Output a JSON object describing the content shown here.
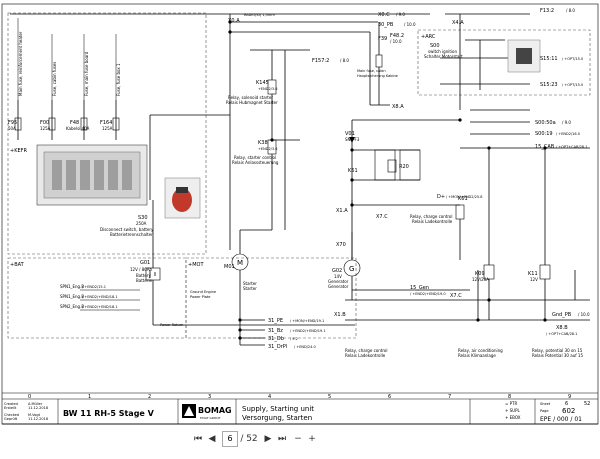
{
  "header": {
    "grid_cols": [
      "0",
      "1",
      "2",
      "3",
      "4",
      "5",
      "6",
      "7",
      "8",
      "9"
    ]
  },
  "sections": {
    "kefr": "+KEFR",
    "bat": "+BAT",
    "mot": "+MOT",
    "arc": "+ARC"
  },
  "top_left_labels": [
    "Main fuse, reinforcement heater",
    "Fuse, cabin fuses",
    "Fuse, main fuse board",
    "Fuse, fuse box 1"
  ],
  "fuses": [
    {
      "tag": "F95",
      "val": "50A"
    },
    {
      "tag": "F00",
      "val": "125A"
    },
    {
      "tag": "F48",
      "val": "Kabelsi 40A"
    },
    {
      "tag": "F164",
      "val": "125A"
    }
  ],
  "battery_switch": {
    "tag": "S30",
    "val": "250A",
    "desc1": "Disconnect switch, battery",
    "desc2": "Batterietrennschalter"
  },
  "battery": {
    "tag": "G01",
    "line1": "12V / 80Ah",
    "line2": "Battery",
    "line3": "Batterie"
  },
  "starter": {
    "tag": "M01",
    "line1": "Starter",
    "line2": "Starter"
  },
  "generator": {
    "tag": "G02",
    "line1": "14V",
    "line2": "Generator",
    "line3": "Generator"
  },
  "relay_k145": {
    "tag": "K145",
    "sub": "+END2/3.6",
    "desc1": "Relay, solenoid starter",
    "desc2": "Relais Hubmagnet Starter"
  },
  "relay_k38": {
    "tag": "K38",
    "sub": "+END2/3.6",
    "desc1": "Relay, starter control",
    "desc2": "Relais Anlasssteuerung"
  },
  "relay_k61": {
    "tag": "K61",
    "desc1": "Relay, charge control",
    "desc2": "Relais Ladekontrolle"
  },
  "relay_k09": {
    "tag": "K09",
    "val": "12V/20A"
  },
  "relay_k11": {
    "tag": "K11",
    "val": "12V"
  },
  "x70": {
    "tag": "X70"
  },
  "x1a": {
    "tag": "X1.A"
  },
  "x7c": {
    "tag": "X7.C"
  },
  "x1b": {
    "tag": "X1.B"
  },
  "x8b": {
    "tag": "X8.B"
  },
  "x8a": {
    "tag": "X8.A"
  },
  "x4a": {
    "tag": "X4.A"
  },
  "x7c2": {
    "tag": "X7.C"
  },
  "v01": {
    "tag": "V01",
    "val": "SN1-F3"
  },
  "r20": {
    "tag": "R20"
  },
  "f39": {
    "tag": "F39",
    "val": "Main fuse, cabin",
    "val2": "Hauptsicherung Kabine"
  },
  "k61b": {
    "tag": "K61",
    "desc1": "Relay, charge control",
    "desc2": "Relais Ladekontrolle"
  },
  "k61c": {
    "desc1": "Relay, charge control",
    "desc2": "Relais Ladekontrolle"
  },
  "k09_desc": {
    "desc1": "Relay, air conditioning",
    "desc2": "Relais Klimaanlage"
  },
  "k11_desc": {
    "desc1": "Relay, potential 30 on 15",
    "desc2": "Relais Potential 30 auf 15"
  },
  "s00": {
    "tag": "S00",
    "desc1": "switch ignition",
    "desc2": "Schalter Motorstart"
  },
  "refs_top": [
    {
      "tag": "X0.C",
      "ref": "/ 9.0"
    },
    {
      "tag": "X0.A",
      "ref": "RADIO(KI) 1,5mm"
    },
    {
      "tag": "30_PB",
      "ref": "/ 10.0"
    },
    {
      "tag": "F48.2",
      "ref": "/ 10.0"
    },
    {
      "tag": "F157:2",
      "ref": "/ 8.0"
    },
    {
      "tag": "F13:2",
      "ref": "/ 8.0"
    }
  ],
  "refs_right": [
    {
      "tag": "S15:11",
      "ref": "/ +OPT/15.0"
    },
    {
      "tag": "S15:23",
      "ref": "/ +OPT/15.0"
    },
    {
      "tag": "S00:50a",
      "ref": "/ 9.0"
    },
    {
      "tag": "S00:19",
      "ref": "/ +END2/16.0"
    },
    {
      "tag": "15_CAB",
      "ref": "/ +OPT+CAB/28.1"
    },
    {
      "tag": "D+",
      "ref": "/ +MON/+END2/25.8"
    },
    {
      "tag": "15_Gen",
      "ref": "/ +END2/+END/19.0"
    },
    {
      "tag": "Gnd_PB",
      "ref": "/ 10.0"
    },
    {
      "tag": "X8.B",
      "ref": "/ +OPT+CAB/28.1"
    }
  ],
  "spn_labels": [
    {
      "tag": "SPN1_Eng.B",
      "ref": "/ +END2/15.1"
    },
    {
      "tag": "SPN1_Eng.B",
      "ref": "/ +END2/+END/18.1"
    },
    {
      "tag": "SPN2_Eng.B",
      "ref": "/ +END2/+END/18.1"
    }
  ],
  "ground_labels": {
    "g1": "Ground Engine",
    "g2": "Power Plate",
    "g3": "Power Return"
  },
  "bottom_refs": [
    {
      "tag": "31_PE",
      "ref": "/ +MON/+END/19.1"
    },
    {
      "tag": "31_Bz",
      "ref": "/ +END2/+END/19.1"
    },
    {
      "tag": "31_Db",
      "ref": "/ 9.2"
    },
    {
      "tag": "31_DrPl",
      "ref": "/ +END/24.0"
    }
  ],
  "title_block": {
    "created_label": "Created",
    "created_de": "Erstellt",
    "created_by": "A.Müller",
    "created_date": "11.12.2018",
    "checked_label": "Checked",
    "checked_de": "Geprüft",
    "checked_by": "M.Vogt",
    "checked_date": "11.12.2018",
    "machine": "BW 11 RH-5 Stage V",
    "brand": "BOMAG",
    "brand_sub": "FAYAT GROUP",
    "title_en": "Supply, Starting unit",
    "title_de": "Versorgung, Starten",
    "code_ptr": "= PTR",
    "code_supl": "+ SUPL",
    "code_ebox": "+ EBOX",
    "page_label": "Page",
    "page_no": "602",
    "epe": "EPE / 000 / 01",
    "sheet_of": "52",
    "sheet": "6",
    "sheet_label": "Sheet"
  },
  "viewer": {
    "page_current": "6",
    "page_total": "/ 52",
    "zoom_out": "−",
    "zoom_in": "+"
  }
}
